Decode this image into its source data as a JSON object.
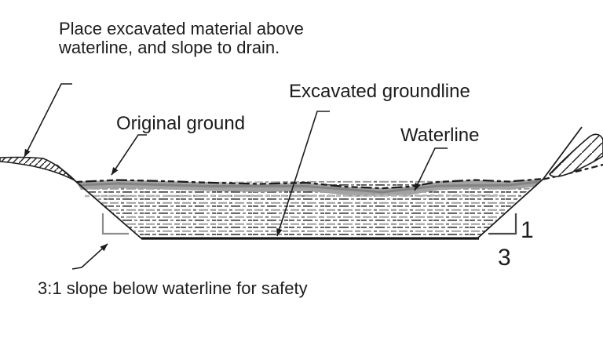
{
  "annotations": {
    "top_note_line1": "Place excavated material above",
    "top_note_line2": "waterline, and slope to drain.",
    "original_ground_label": "Original ground",
    "excavated_groundline_label": "Excavated groundline",
    "waterline_label": "Waterline",
    "bottom_note": "3:1 slope below waterline for safety",
    "slope_rise": "1",
    "slope_run": "3"
  },
  "colors": {
    "background": "#ffffff",
    "ink": "#1c1c1c",
    "water_surface_band": "#a3a3a3",
    "water_band_shadow": "#7a7a7a",
    "stipple_dark": "#404040",
    "stipple_light": "#9a9a9a",
    "light_dash_row": "#b5b5b5",
    "bracket_gray": "#8c8c8c",
    "bracket_dark": "#4a4a4a"
  }
}
